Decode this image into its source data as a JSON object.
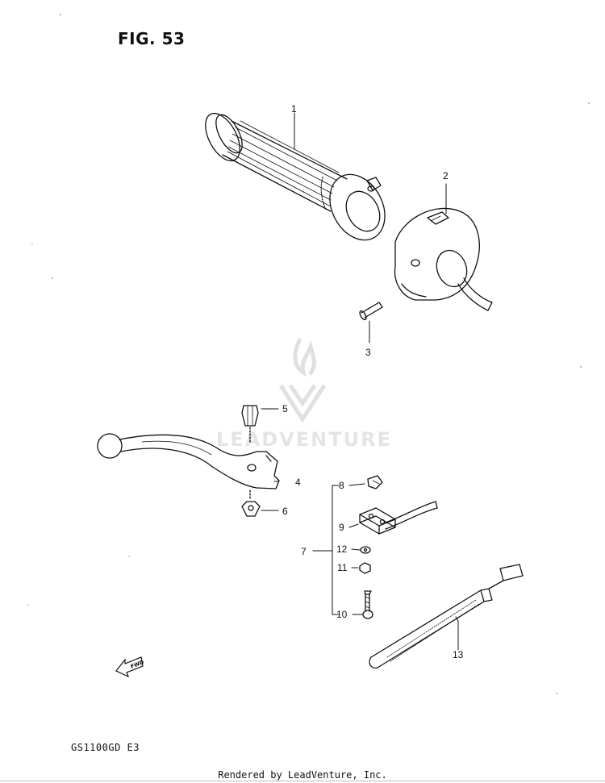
{
  "figure": {
    "title": "FIG. 53"
  },
  "model_code": "GS1100GD E3",
  "footer": "Rendered by LeadVenture, Inc.",
  "watermark": {
    "text": "LEADVENTURE",
    "color": "#dddddd"
  },
  "callouts": [
    "1",
    "2",
    "3",
    "4",
    "5",
    "6",
    "7",
    "8",
    "9",
    "10",
    "11",
    "12",
    "13"
  ],
  "fwd_arrow": {
    "text": "FWD"
  },
  "colors": {
    "line": "#111111",
    "watermark": "#dddddd"
  }
}
